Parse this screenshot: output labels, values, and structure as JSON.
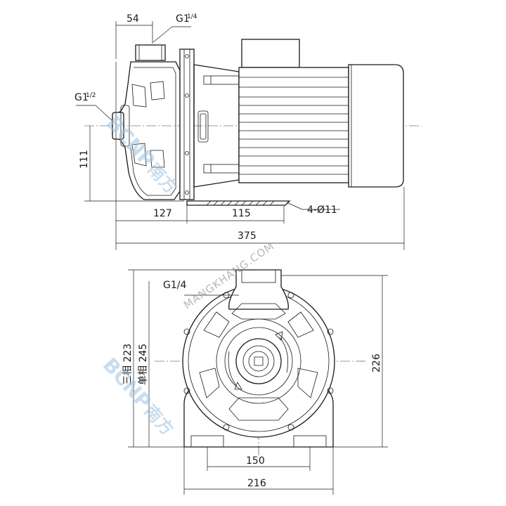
{
  "dimensions": {
    "top_view": {
      "outlet_offset": "54",
      "outlet_thread": "G1",
      "outlet_thread_frac": "1/4",
      "inlet_thread": "G1",
      "inlet_thread_frac": "1/2",
      "center_height": "111",
      "inlet_to_foot": "127",
      "foot_spacing": "115",
      "mount_holes": "4-Ø11",
      "overall_length": "375"
    },
    "front_view": {
      "drain_thread": "G1/4",
      "height_three_phase_label": "三相 223",
      "height_single_phase_label": "单相 245",
      "right_height": "226",
      "bolt_spacing": "150",
      "base_width": "216"
    }
  },
  "watermark": {
    "url_text": "MANGKHANG.COM"
  },
  "colors": {
    "line": "#1a1a1a",
    "watermark": "#9fc3df"
  }
}
